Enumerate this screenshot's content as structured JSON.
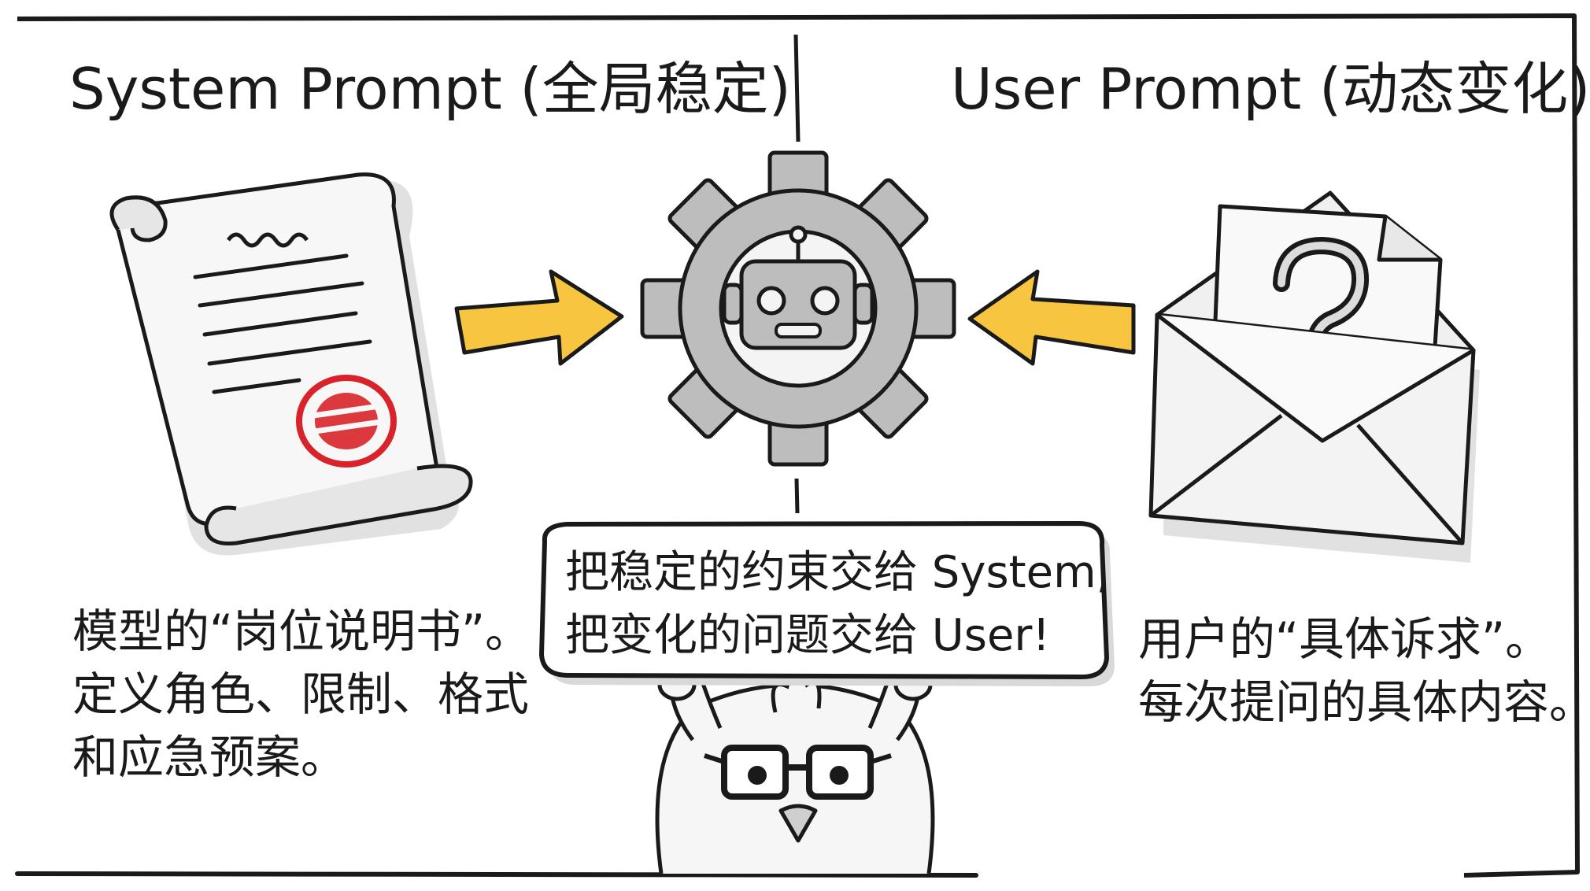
{
  "left_panel": {
    "title": "System Prompt (全局稳定)",
    "caption_lines": [
      "模型的“岗位说明书”。",
      "定义角色、限制、格式",
      "和应急预案。"
    ],
    "icon": "scroll-document-with-red-seal-icon"
  },
  "right_panel": {
    "title": "User Prompt (动态变化)",
    "caption_lines": [
      "用户的“具体诉求”。",
      "每次提问的具体内容。"
    ],
    "icon": "envelope-question-mark-icon"
  },
  "center": {
    "icon": "robot-in-gear-icon",
    "arrow_color": "#f7c53f",
    "sign_lines": [
      "把稳定的约束交给 System,",
      "把变化的问题交给 User!"
    ],
    "mascot_icon": "bird-with-glasses-mascot-icon"
  },
  "colors": {
    "ink": "#1a1a1a",
    "gear": "#bdbdbd",
    "seal": "#d8232a",
    "shadow": "#d9d9d9"
  }
}
